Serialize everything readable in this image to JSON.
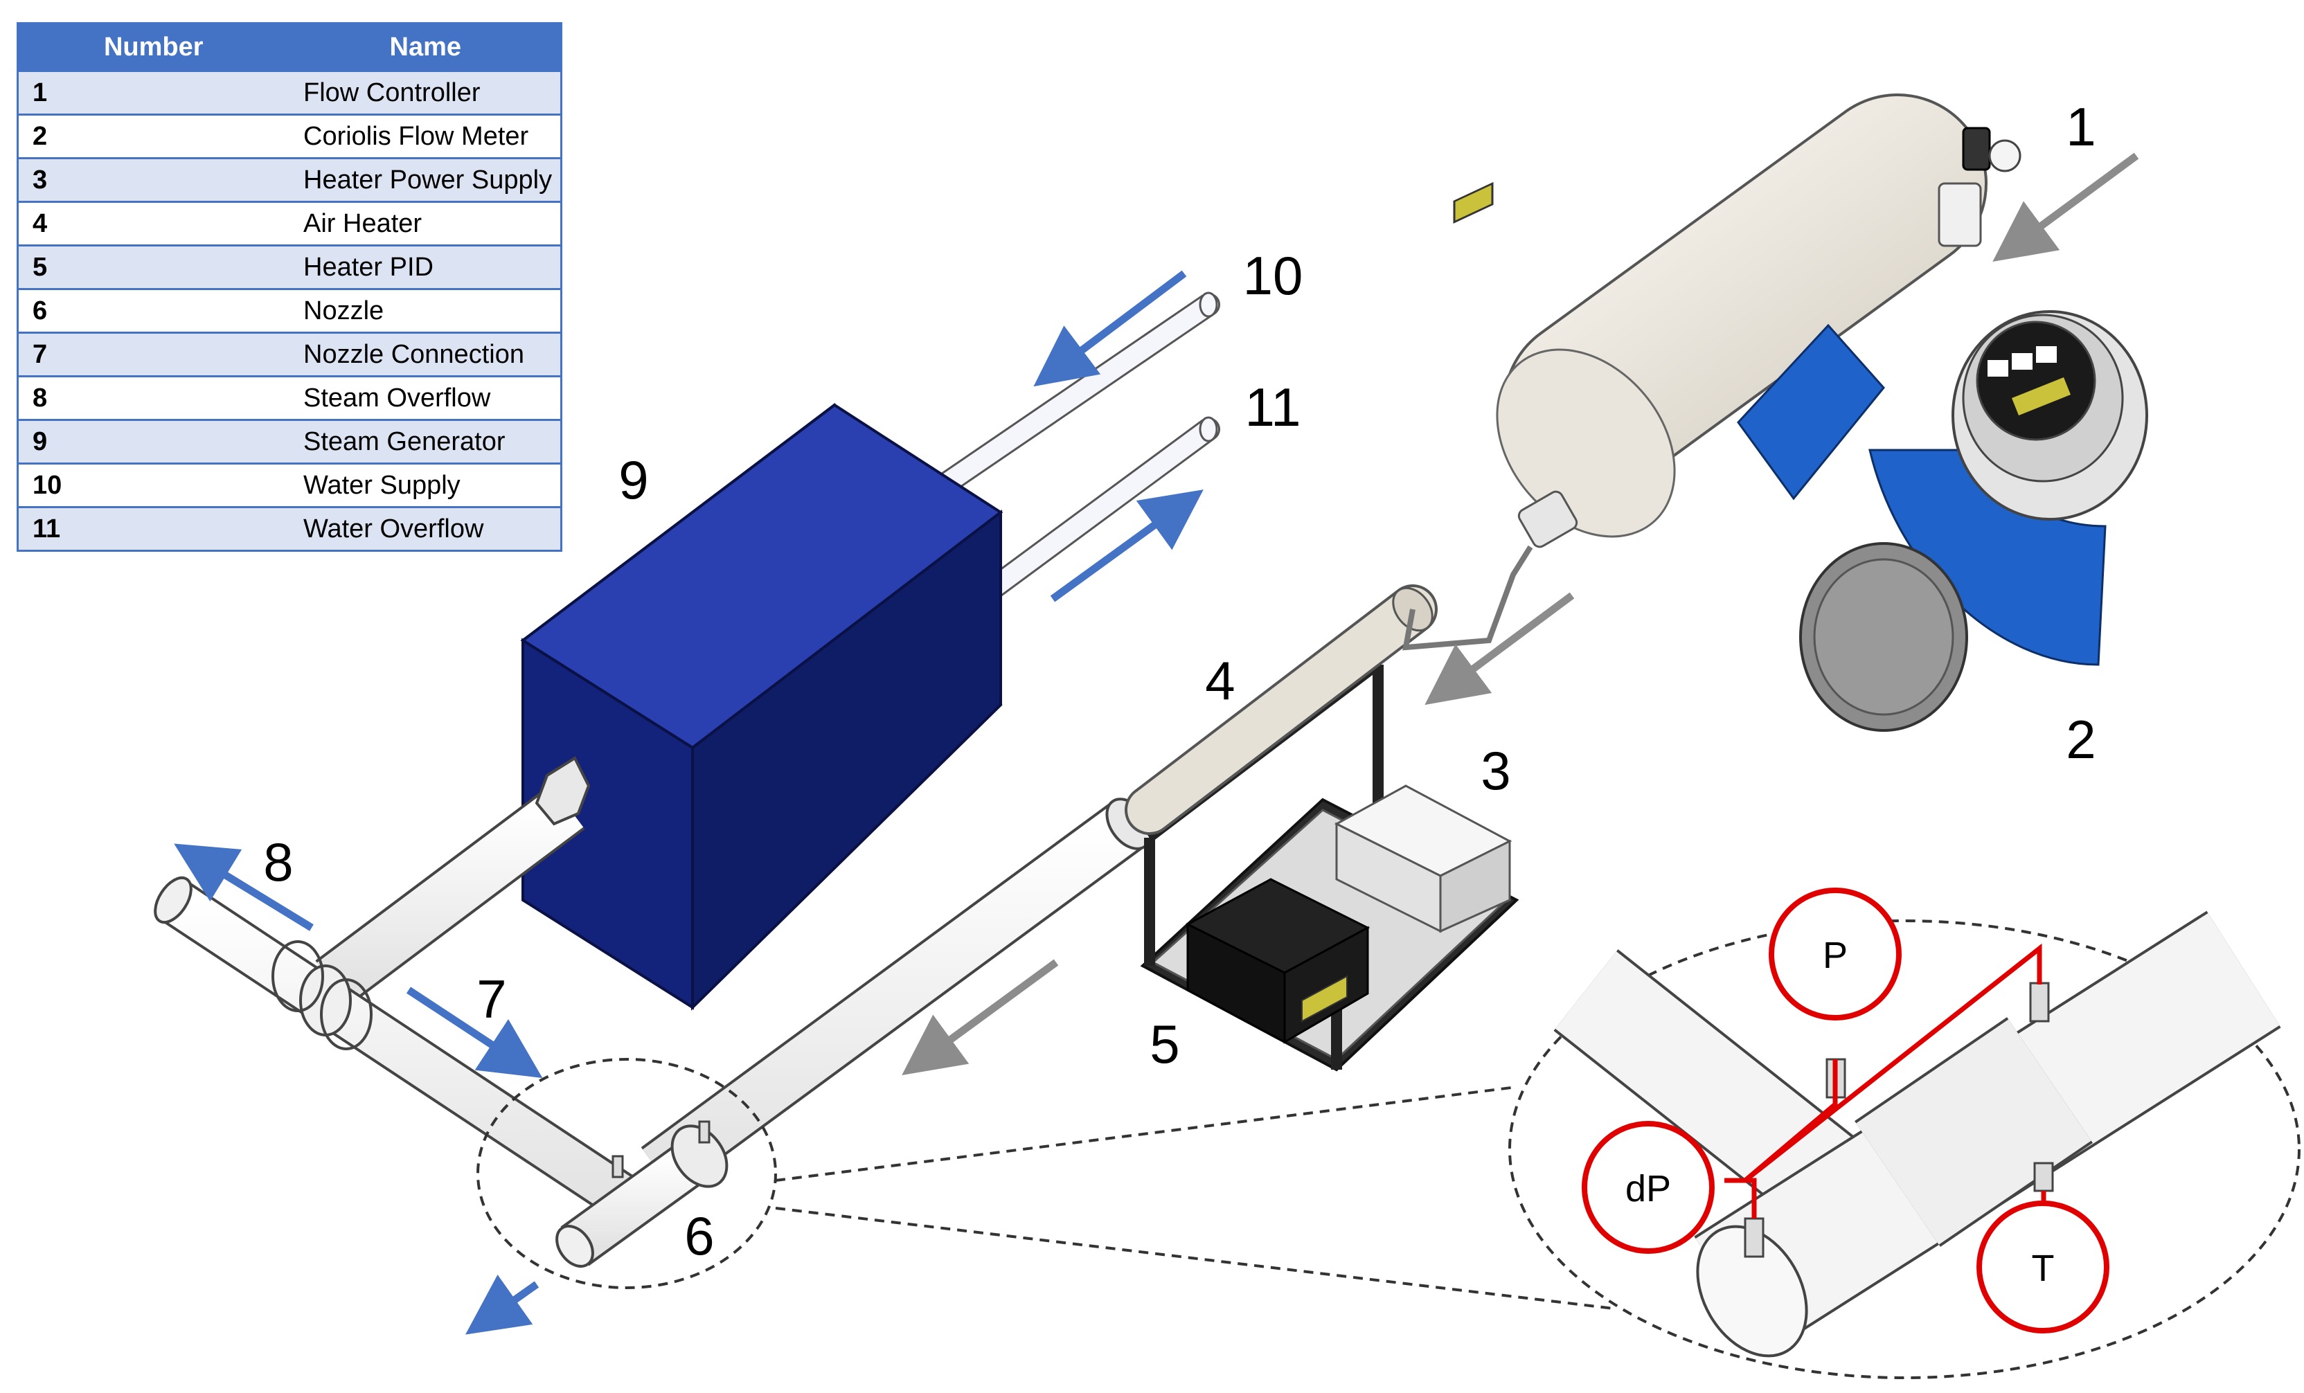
{
  "legend": {
    "header_number": "Number",
    "header_name": "Name",
    "rows": [
      {
        "number": "1",
        "name": "Flow Controller"
      },
      {
        "number": "2",
        "name": "Coriolis Flow Meter"
      },
      {
        "number": "3",
        "name": "Heater Power Supply"
      },
      {
        "number": "4",
        "name": "Air Heater"
      },
      {
        "number": "5",
        "name": "Heater PID"
      },
      {
        "number": "6",
        "name": "Nozzle"
      },
      {
        "number": "7",
        "name": "Nozzle Connection"
      },
      {
        "number": "8",
        "name": "Steam Overflow"
      },
      {
        "number": "9",
        "name": "Steam Generator"
      },
      {
        "number": "10",
        "name": "Water Supply"
      },
      {
        "number": "11",
        "name": "Water Overflow"
      }
    ]
  },
  "callouts": {
    "c1": "1",
    "c2": "2",
    "c3": "3",
    "c4": "4",
    "c5": "5",
    "c6": "6",
    "c7": "7",
    "c8": "8",
    "c9": "9",
    "c10": "10",
    "c11": "11"
  },
  "sensors": {
    "pressure": "P",
    "differential_pressure": "dP",
    "temperature": "T"
  },
  "colors": {
    "table_header": "#4472c4",
    "table_stripe": "#dce3f2",
    "steam_generator": "#1c2f8f",
    "flow_meter": "#1f62c9",
    "arrow_blue": "#4472c4",
    "arrow_gray": "#8c8c8c",
    "sensor_red": "#e00000"
  }
}
